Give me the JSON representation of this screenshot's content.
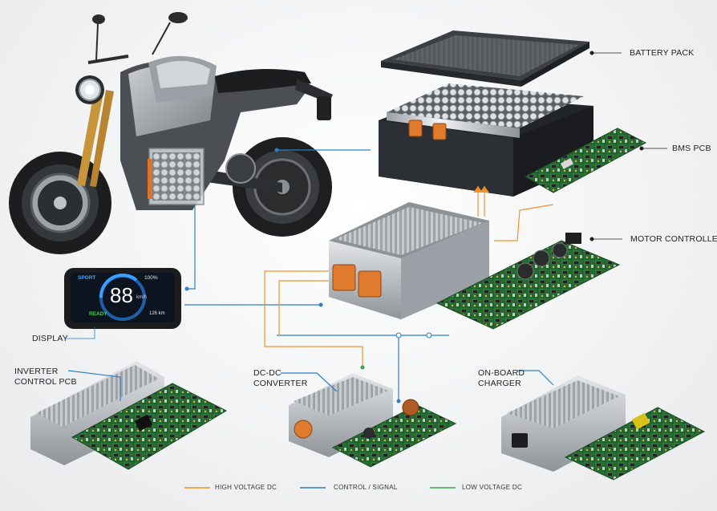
{
  "labels": {
    "battery_pack": "BATTERY PACK",
    "bms_pcb": "BMS PCB",
    "motor_controller": "MOTOR CONTROLLER",
    "display": "DISPLAY",
    "inverter_line1": "INVERTER",
    "inverter_line2": "CONTROL PCB",
    "dcdc_line1": "DC-DC",
    "dcdc_line2": "CONVERTER",
    "obc_line1": "ON-BOARD",
    "obc_line2": "CHARGER"
  },
  "dashboard": {
    "mode": "SPORT",
    "battery": "100%",
    "speed": "88",
    "unit": "km/h",
    "status": "READY",
    "range": "126 km"
  },
  "legend": [
    {
      "label": "HIGH VOLTAGE DC",
      "color": "#f0922a"
    },
    {
      "label": "CONTROL / SIGNAL",
      "color": "#2f7ec4"
    },
    {
      "label": "LOW VOLTAGE DC",
      "color": "#3aa64a"
    }
  ]
}
